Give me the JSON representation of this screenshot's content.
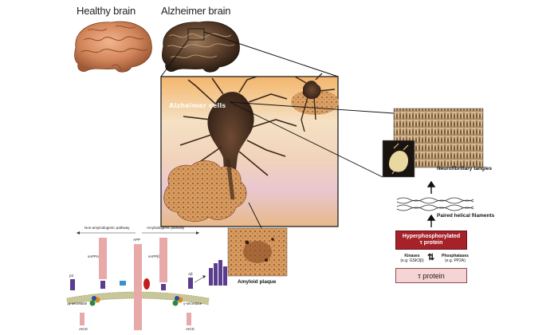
{
  "titles": {
    "healthy": "Healthy brain",
    "alzheimer": "Alzheimer brain"
  },
  "inset": {
    "cells_label": "Alzheimer cells"
  },
  "tangle_pathway": {
    "nft_label": "Neurofibrillary tangles",
    "phf_label": "Paired helical filaments",
    "hyper_line1": "Hyperphosphorylated",
    "hyper_line2": "τ protein",
    "kinases_line1": "Kinases",
    "kinases_line2": "(e.g. GSK3β)",
    "phosphatases_line1": "Phosphatases",
    "phosphatases_line2": "(e.g. PP2A)",
    "tau_label": "τ protein"
  },
  "amyloid_pathway": {
    "non_amyloidogenic": "Non-amyloidogenic pathway",
    "amyloidogenic": "Amyloidogenic pathway",
    "sappa": "sAPPα",
    "app": "APP",
    "sappb": "sAPPβ",
    "p3": "p3",
    "ab": "Aβ",
    "gamma_left": "γ-secretase",
    "gamma_right": "γ-secretase",
    "aicd_left": "AICD",
    "aicd_right": "AICD",
    "plaque_label": "Amyloid plaque"
  },
  "colors": {
    "hyper_box": "#a5222a",
    "tau_box": "#f4d4d5",
    "app_bar": "#e8a9a9",
    "peptide": "#5a3d8c"
  }
}
